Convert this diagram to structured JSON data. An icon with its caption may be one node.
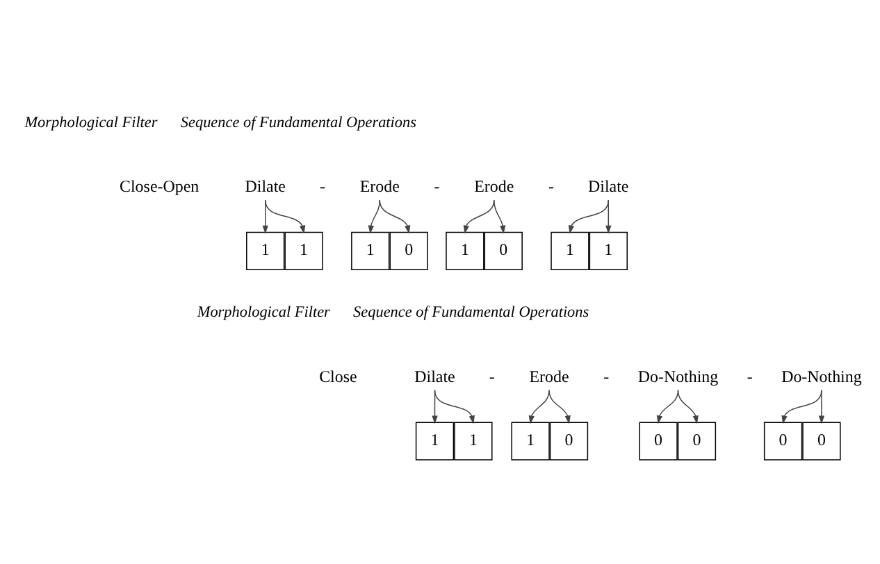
{
  "diagram": {
    "nodes": [
      {
        "text": [
          "Dilate"
        ]
      },
      {
        "text": [
          "Erode"
        ]
      },
      {
        "text": [
          "Erode"
        ]
      },
      {
        "text": [
          "Dilate"
        ]
      },
      {
        "text": [
          "1"
        ]
      },
      {
        "text": [
          "1"
        ]
      },
      {
        "text": [
          "1"
        ]
      },
      {
        "text": [
          "0"
        ]
      },
      {
        "text": [
          "1"
        ]
      },
      {
        "text": [
          "0"
        ]
      },
      {
        "text": [
          "1"
        ]
      },
      {
        "text": [
          "1"
        ]
      },
      {
        "text": [
          "Dilate"
        ]
      },
      {
        "text": [
          "Erode"
        ]
      },
      {
        "text": [
          "Do-Nothing"
        ]
      },
      {
        "text": [
          "Do-Nothing"
        ]
      },
      {
        "text": [
          "1"
        ]
      },
      {
        "text": [
          "1"
        ]
      },
      {
        "text": [
          "1"
        ]
      },
      {
        "text": [
          "0"
        ]
      },
      {
        "text": [
          "0"
        ]
      },
      {
        "text": [
          "0"
        ]
      },
      {
        "text": [
          "0"
        ]
      },
      {
        "text": [
          "0"
        ]
      }
    ],
    "edges": [
      {
        "from": 0,
        "to": 4,
        "arrow": "to"
      },
      {
        "from": 0,
        "to": 5,
        "arrow": "to"
      },
      {
        "from": 1,
        "to": 6,
        "arrow": "to"
      },
      {
        "from": 1,
        "to": 7,
        "arrow": "to"
      },
      {
        "from": 2,
        "to": 8,
        "arrow": "to"
      },
      {
        "from": 2,
        "to": 9,
        "arrow": "to"
      },
      {
        "from": 3,
        "to": 10,
        "arrow": "to"
      },
      {
        "from": 3,
        "to": 11,
        "arrow": "to"
      },
      {
        "from": 12,
        "to": 16,
        "arrow": "to"
      },
      {
        "from": 12,
        "to": 17,
        "arrow": "to"
      },
      {
        "from": 13,
        "to": 18,
        "arrow": "to"
      },
      {
        "from": 13,
        "to": 19,
        "arrow": "to"
      },
      {
        "from": 14,
        "to": 20,
        "arrow": "to"
      },
      {
        "from": 14,
        "to": 21,
        "arrow": "to"
      },
      {
        "from": 15,
        "to": 22,
        "arrow": "to"
      },
      {
        "from": 15,
        "to": 23,
        "arrow": "to"
      }
    ],
    "labels": [
      "Morphological Filter",
      "Sequence of Fundamental Operations",
      "Close-Open",
      "-",
      "-",
      "-",
      "Morphological Filter",
      "Sequence of Fundamental Operations",
      "Close",
      "-",
      "-",
      "-"
    ]
  }
}
